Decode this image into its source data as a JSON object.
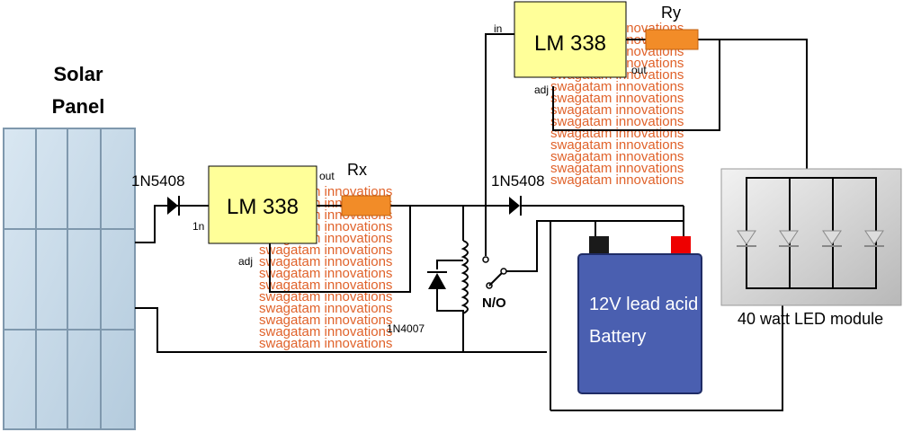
{
  "solar_panel": {
    "label_line1": "Solar",
    "label_line2": "Panel"
  },
  "regulators": {
    "main": {
      "label": "LM 338",
      "pin_out": "out",
      "pin_in": "1n",
      "pin_adj": "adj"
    },
    "secondary": {
      "label": "LM 338",
      "pin_in": "in",
      "pin_out": "out",
      "pin_adj": "adj"
    }
  },
  "resistors": {
    "rx": "Rx",
    "ry": "Ry"
  },
  "diodes": {
    "input": "1N5408",
    "output": "1N5408",
    "flyback": "1N4007"
  },
  "relay": {
    "contact_label": "N/O"
  },
  "battery": {
    "line1": "12V lead acid",
    "line2": "Battery"
  },
  "led_module": {
    "label": "40 watt LED module"
  },
  "watermark": {
    "text": "swagatam innovations"
  },
  "colors": {
    "regulator_fill": "#ffff99",
    "resistor_fill": "#f28c28",
    "battery_fill": "#4a5fb0",
    "battery_terminal_neg": "#000000",
    "battery_terminal_pos": "#ff0000",
    "watermark": "#e0622a",
    "panel_fill": "#c9dcea"
  }
}
